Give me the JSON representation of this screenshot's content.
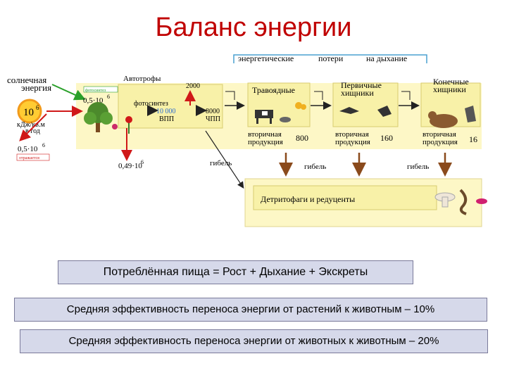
{
  "title": "Баланс энергии",
  "diagram": {
    "header_labels": [
      "энергетические",
      "потери",
      "на дыхание"
    ],
    "solar_label": [
      "солнечная",
      "энергия"
    ],
    "solar_value_base": "10",
    "solar_value_exp": "6",
    "solar_units": [
      "кДж/кв.м",
      "в год"
    ],
    "reflected_base": "0,5·10",
    "reflected_exp": "6",
    "reflected_tag": "отражается",
    "autotrophs_label": "Автотрофы",
    "photosynth_tag": "фотосинтез",
    "absorbed_base": "0,5·10",
    "absorbed_exp": "6",
    "photosynthesis": "фотосинтез",
    "gpp_value": "10 000",
    "gpp_label": "ВПП",
    "npp_value": "8000",
    "npp_label": "ЧПП",
    "respiration_value": "2000",
    "lost_base": "0,49·10",
    "lost_exp": "6",
    "death": "гибель",
    "herbivores": "Травоядные",
    "primary_predators": [
      "Первичные",
      "хищники"
    ],
    "top_predators": [
      "Конечные",
      "хищники"
    ],
    "secondary_production": [
      "вторичная",
      "продукция"
    ],
    "prod_herbivores": "800",
    "prod_primary": "160",
    "prod_top": "16",
    "detritivores": "Детритофаги и редуценты"
  },
  "formula": "Потреблённая пища = Рост + Дыхание + Экскреты",
  "efficiency_plants_to_animals": "Средняя эффективность переноса энергии от растений к животным – 10%",
  "efficiency_animals_to_animals": "Средняя эффективность переноса энергии от животных к животным – 20%"
}
